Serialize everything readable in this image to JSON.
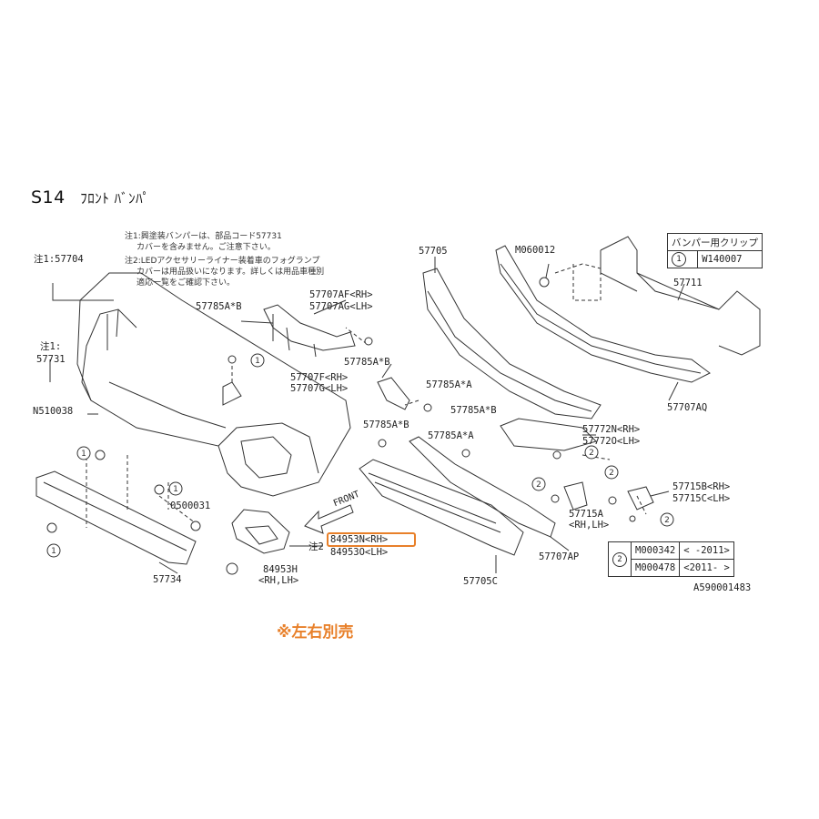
{
  "title": {
    "code": "S14",
    "name": "ﾌﾛﾝﾄ ﾊﾞﾝﾊﾟ"
  },
  "notes": [
    "注1:興塗装バンパーは、部品コード57731",
    "カバーを含みません。ご注意下さい。",
    "注2:LEDアクセサリーライナー装着車のフォグランプ",
    "カバーは用品扱いになります。詳しくは用品車種別",
    "適応一覧をご確認下さい。"
  ],
  "parts": {
    "p57704": "注1:57704",
    "p57731_note": "注1:",
    "p57731": "57731",
    "pN510038": "N510038",
    "p0500031": "0500031",
    "p57734": "57734",
    "p57785AB_top": "57785A*B",
    "p57707AF": "57707AF<RH>",
    "p57707AG": "57707AG<LH>",
    "p57785AB_mid": "57785A*B",
    "p57707F": "57707F<RH>",
    "p57707G": "57707G<LH>",
    "p57785AA_a": "57785A*A",
    "p57785AB_b": "57785A*B",
    "p57785AB_c": "57785A*B",
    "p57785AA_b": "57785A*A",
    "p57705": "57705",
    "pM060012": "M060012",
    "p57711": "57711",
    "p57707AQ": "57707AQ",
    "p57772N": "57772N<RH>",
    "p57772O": "57772O<LH>",
    "p57715B": "57715B<RH>",
    "p57715C": "57715C<LH>",
    "p57715A": "57715A",
    "p57715A_sub": "<RH,LH>",
    "p57707AP": "57707AP",
    "p57705C": "57705C",
    "p84953N": "84953N<RH>",
    "p84953O": "84953O<LH>",
    "p84953H": "84953H",
    "p84953H_sub": "<RH,LH>",
    "note2": "注2",
    "front": "FRONT"
  },
  "clip_table": {
    "header": "バンパー用クリップ",
    "ref": "1",
    "part": "W140007"
  },
  "legend": [
    {
      "ref": "2",
      "part": "M000342",
      "period": "<  -2011>"
    },
    {
      "ref": "",
      "part": "M000478",
      "period": "<2011-  >"
    }
  ],
  "diagram_id": "A590001483",
  "side_note": "※左右別売",
  "colors": {
    "highlight": "#e8802a",
    "line": "#333333"
  }
}
